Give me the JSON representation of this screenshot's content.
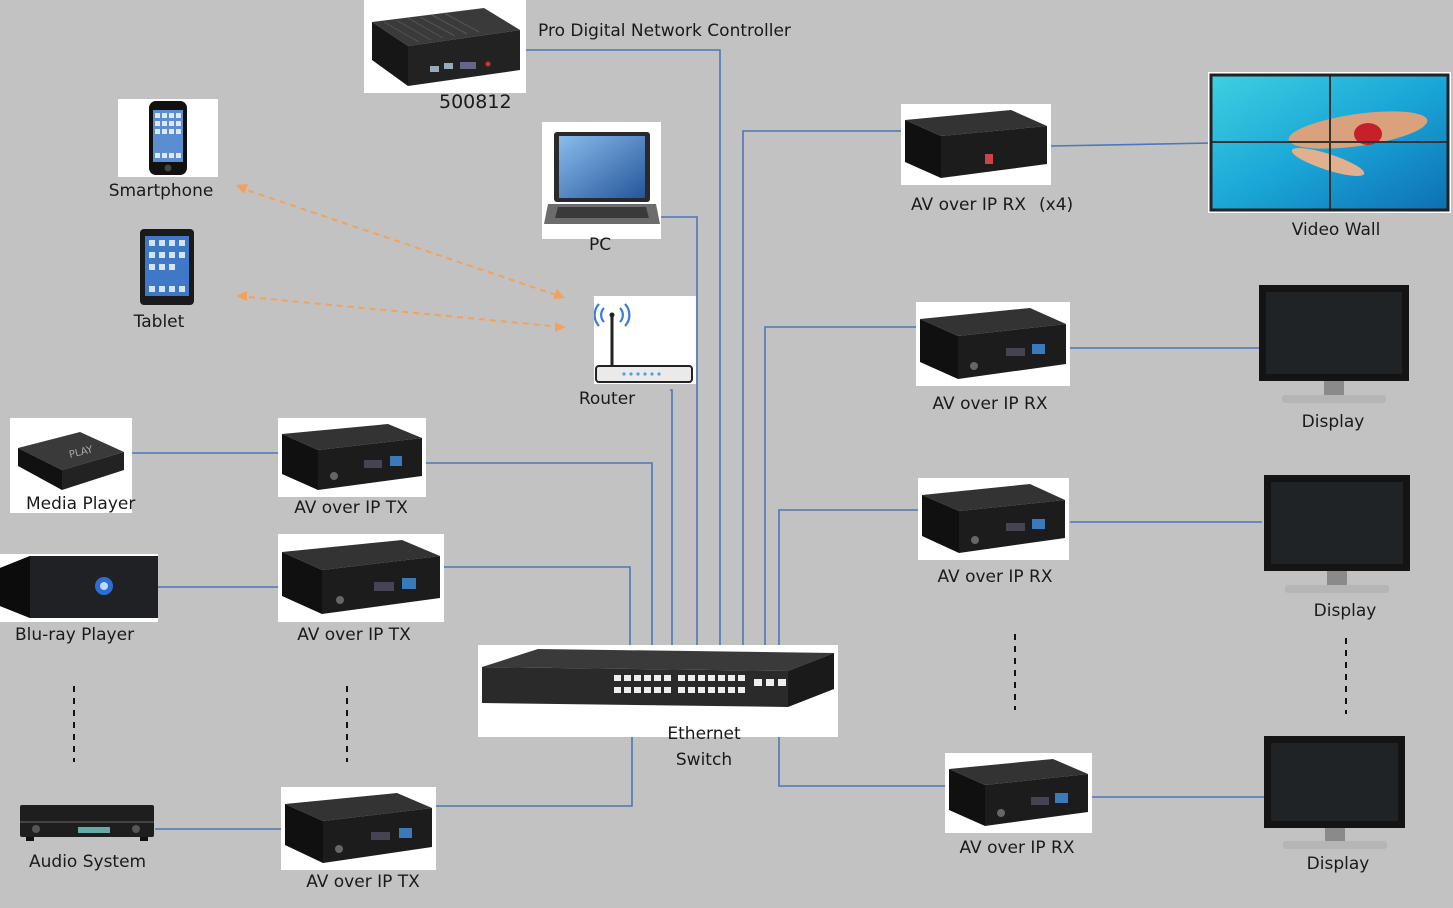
{
  "labels": {
    "controller": "Pro Digital Network Controller",
    "controller_model": "500812",
    "smartphone": "Smartphone",
    "tablet": "Tablet",
    "pc": "PC",
    "router": "Router",
    "media_player": "Media Player",
    "bluray_player": "Blu-ray Player",
    "audio_system": "Audio System",
    "tx1": "AV over IP TX",
    "tx2": "AV over IP TX",
    "tx3": "AV over IP TX",
    "switch_line1": "Ethernet",
    "switch_line2": "Switch",
    "rx_wall": "AV over IP RX",
    "rx_wall_count": "(x4)",
    "video_wall": "Video Wall",
    "rx1": "AV over IP RX",
    "rx2": "AV over IP RX",
    "rx3": "AV over IP RX",
    "display1": "Display",
    "display2": "Display",
    "display3": "Display",
    "media_player_brand": "PLAY"
  },
  "colors": {
    "background": "#c2c2c2",
    "wire": "#4a78b8",
    "wireless": "#f2a25a",
    "device": "#1c1c1c"
  }
}
